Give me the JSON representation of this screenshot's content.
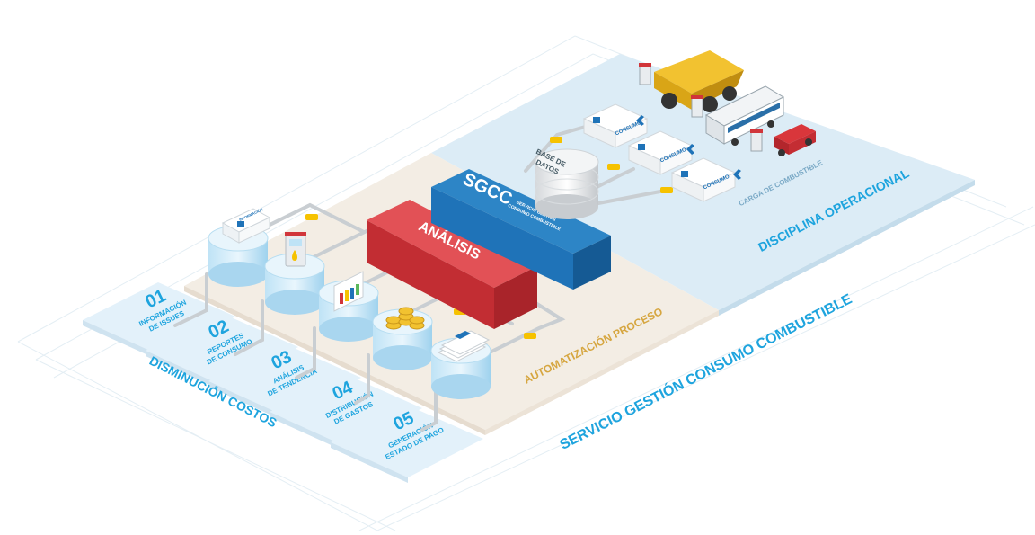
{
  "colors": {
    "accent_blue": "#1ea4de",
    "box_blue": "#1f73b8",
    "box_red": "#d1353a",
    "gold_text": "#d6a640",
    "platform_light": "#dcecf6",
    "platform_beige": "#f3ede4",
    "yellow_connector": "#f6c200"
  },
  "labels": {
    "service_title": "SERVICIO GESTIÓN CONSUMO COMBUSTIBLE",
    "cost_reduction": "DISMINUCIÓN COSTOS",
    "process_automation": "AUTOMATIZACIÓN PROCESO",
    "operational_discipline": "DISCIPLINA OPERACIONAL",
    "fuel_loading": "CARGA DE COMBUSTIBLE"
  },
  "sgcc": {
    "title": "SGCC",
    "subtitle_line1": "SERVICIO GESTIÓN",
    "subtitle_line2": "CONSUMO COMBUSTIBLE"
  },
  "analysis": {
    "title": "ANÁLISIS"
  },
  "database": {
    "line1": "BASE DE",
    "line2": "DATOS"
  },
  "consumption_label": "CONSUMO",
  "info_card_label": "INFORMACIÓN",
  "steps": [
    {
      "num": "01",
      "line1": "INFORMACIÓN",
      "line2": "DE ISSUES"
    },
    {
      "num": "02",
      "line1": "REPORTES",
      "line2": "DE CONSUMO"
    },
    {
      "num": "03",
      "line1": "ANÁLISIS",
      "line2": "DE TENDENCIA"
    },
    {
      "num": "04",
      "line1": "DISTRIBUCIÓN",
      "line2": "DE GASTOS"
    },
    {
      "num": "05",
      "line1": "GENERACIÓN",
      "line2": "ESTADO DE PAGO"
    }
  ],
  "icons": [
    "fuel-pump-icon",
    "haul-truck-icon",
    "bus-icon",
    "pickup-truck-icon",
    "bar-chart-icon",
    "coins-icon",
    "documents-icon",
    "database-icon"
  ]
}
